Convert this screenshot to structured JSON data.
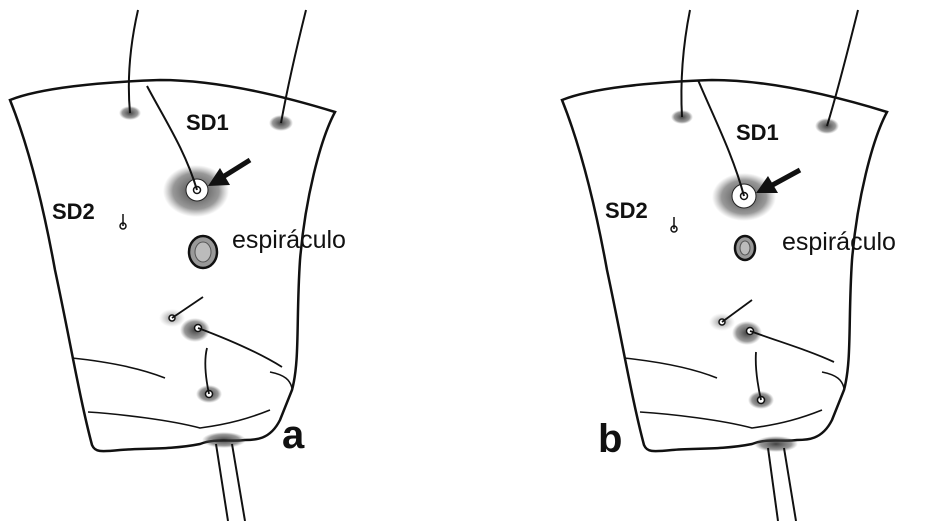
{
  "panels": [
    {
      "id": "a",
      "letter": "a",
      "labels": {
        "sd1": "SD1",
        "sd2": "SD2",
        "spiracle": "espiráculo"
      }
    },
    {
      "id": "b",
      "letter": "b",
      "labels": {
        "sd1": "SD1",
        "sd2": "SD2",
        "spiracle": "espiráculo"
      }
    }
  ]
}
